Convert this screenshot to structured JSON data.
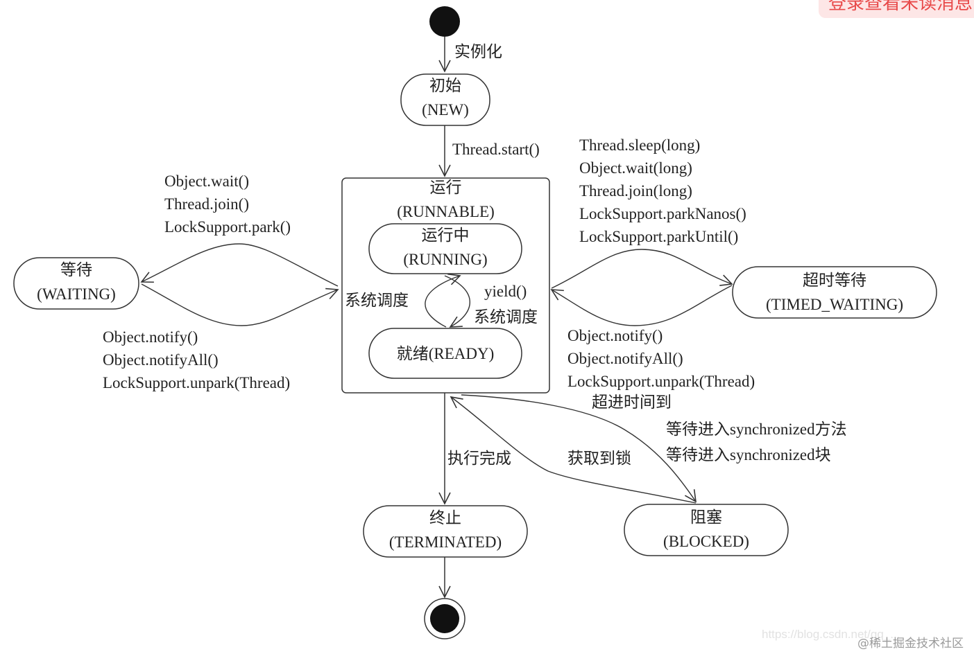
{
  "banner": {
    "text": "登录查看未读消息"
  },
  "watermark": {
    "url_text": "https://blog.csdn.net/qq_...",
    "community": "@稀土掘金技术社区"
  },
  "states": {
    "new": {
      "cn": "初始",
      "en": "(NEW)"
    },
    "runnable": {
      "cn": "运行",
      "en": "(RUNNABLE)"
    },
    "running": {
      "cn": "运行中",
      "en": "(RUNNING)"
    },
    "ready": {
      "label": "就绪(READY)"
    },
    "waiting": {
      "cn": "等待",
      "en": "(WAITING)"
    },
    "timed_waiting": {
      "cn": "超时等待",
      "en": "(TIMED_WAITING)"
    },
    "terminated": {
      "cn": "终止",
      "en": "(TERMINATED)"
    },
    "blocked": {
      "cn": "阻塞",
      "en": "(BLOCKED)"
    }
  },
  "transitions": {
    "instantiate": "实例化",
    "start": "Thread.start()",
    "to_waiting": [
      "Object.wait()",
      "Thread.join()",
      "LockSupport.park()"
    ],
    "from_waiting": [
      "Object.notify()",
      "Object.notifyAll()",
      "LockSupport.unpark(Thread)"
    ],
    "to_timed_waiting": [
      "Thread.sleep(long)",
      "Object.wait(long)",
      "Thread.join(long)",
      "LockSupport.parkNanos()",
      "LockSupport.parkUntil()"
    ],
    "from_timed_waiting": [
      "Object.notify()",
      "Object.notifyAll()",
      "LockSupport.unpark(Thread)"
    ],
    "timeout": "超进时间到",
    "schedule_left": "系统调度",
    "yield": "yield()",
    "schedule_right": "系统调度",
    "complete": "执行完成",
    "acquire_lock": "获取到锁",
    "to_blocked": [
      "等待进入synchronized方法",
      "等待进入synchronized块"
    ]
  }
}
